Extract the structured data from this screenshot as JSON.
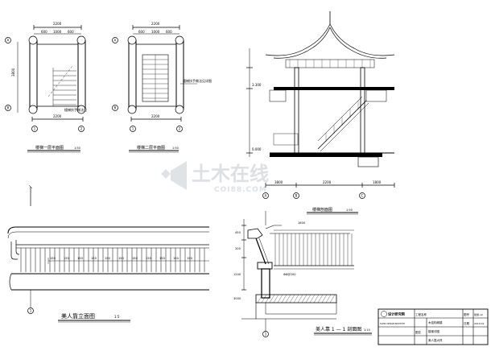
{
  "sheet": {
    "ink_color": "#000000",
    "paper_color": "#ffffff",
    "watermark_color": "#d0d4d8"
  },
  "titles": {
    "plan1": "楼梯一层平面图",
    "plan1_scale": "1:50",
    "plan2": "楼梯二层平面图",
    "plan2_scale": "1:50",
    "section": "楼梯剖面图",
    "section_scale": "1:50",
    "elevation": "美人靠立面图",
    "elevation_scale": "1:5",
    "detail": "美人靠 1 — 1 剖面图",
    "detail_scale": "1:10"
  },
  "dims": {
    "plan1_top": "2200",
    "plan1_top_seg": [
      "600",
      "1000",
      "600"
    ],
    "plan1_side": "3800",
    "plan1_bottom": "2200",
    "plan2_top": "2200",
    "plan2_top_seg": [
      "600",
      "1000",
      "600"
    ],
    "plan2_bottom": "2200",
    "section_bottom_left": "3800",
    "section_bottom_mid": "2200",
    "section_bottom_right": "1800",
    "elevation_spans": [
      "150",
      "150",
      "150",
      "150",
      "150",
      "150",
      "150",
      "150",
      "150",
      "150",
      "150"
    ],
    "detail_left": [
      "450",
      "200",
      "1200",
      "3000"
    ],
    "detail_top": "1800",
    "detail_note": "Φ8@200"
  },
  "grid_labels": {
    "plan1_left": [
      "A",
      "B"
    ],
    "plan1_bottom": [
      "1",
      "2"
    ],
    "plan2_left": [
      "A",
      "B"
    ],
    "plan2_bottom": [
      "1",
      "2"
    ],
    "section_bottom": [
      "A",
      "B",
      "C"
    ],
    "detail_bottom": [
      "1"
    ],
    "elevation_bottom": [
      "1"
    ]
  },
  "notes": {
    "plan1_note": "楼梯扶手做法见",
    "plan2_note": "楼梯扶手做法见详图",
    "section_level_1": "3.300",
    "section_level_2": "0.000"
  },
  "title_block": {
    "company_logo": "设计研究院",
    "company_en": "TAIHUI DESIGN INSTITUTE",
    "project_label": "工程名称",
    "project": "木结构阁楼",
    "drawing_label": "图名",
    "drawing": "楼梯详图",
    "drawing_sub": "美人靠大样",
    "no_label": "图号",
    "no": "建施-12",
    "date_label": "日期",
    "date": "2010.01"
  },
  "watermark": {
    "main": "土木在线",
    "sub": "COI88.COM"
  }
}
